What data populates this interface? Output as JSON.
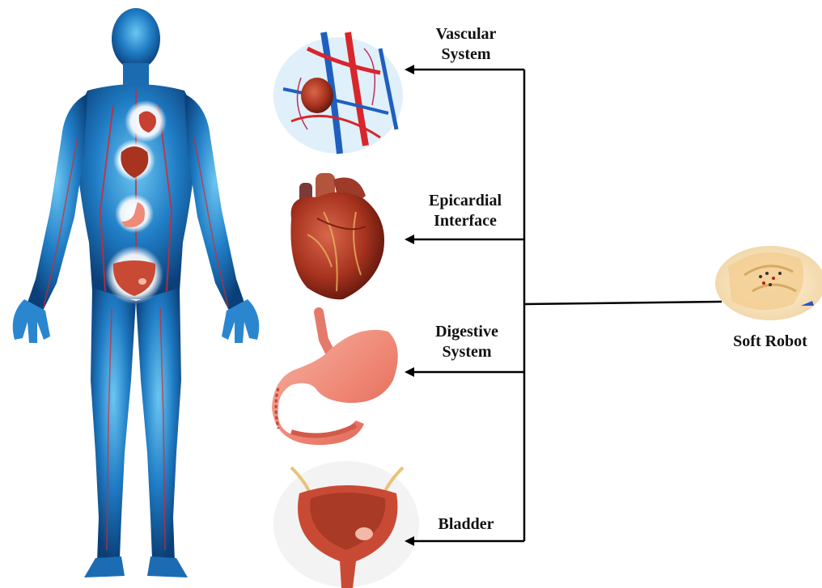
{
  "organs": [
    {
      "key": "vascular",
      "label_lines": [
        "Vascular",
        "System"
      ],
      "icon": "blood-vessels-icon"
    },
    {
      "key": "epicardial",
      "label_lines": [
        "Epicardial",
        "Interface"
      ],
      "icon": "heart-icon"
    },
    {
      "key": "digestive",
      "label_lines": [
        "Digestive",
        "System"
      ],
      "icon": "stomach-icon"
    },
    {
      "key": "bladder",
      "label_lines": [
        "Bladder"
      ],
      "icon": "bladder-icon"
    }
  ],
  "robot": {
    "label": "Soft Robot",
    "icon": "soft-robot-icon"
  },
  "body_icon": "human-body-icon",
  "colors": {
    "body_blue": "#1d6fb5",
    "body_glow": "#5fb8ee",
    "organ_red": "#c8402f",
    "artery_red": "#d8262c",
    "vein_blue": "#1f5fc0",
    "stomach_pink": "#ef8a78",
    "bladder_red": "#c94a34",
    "line": "#000000"
  }
}
